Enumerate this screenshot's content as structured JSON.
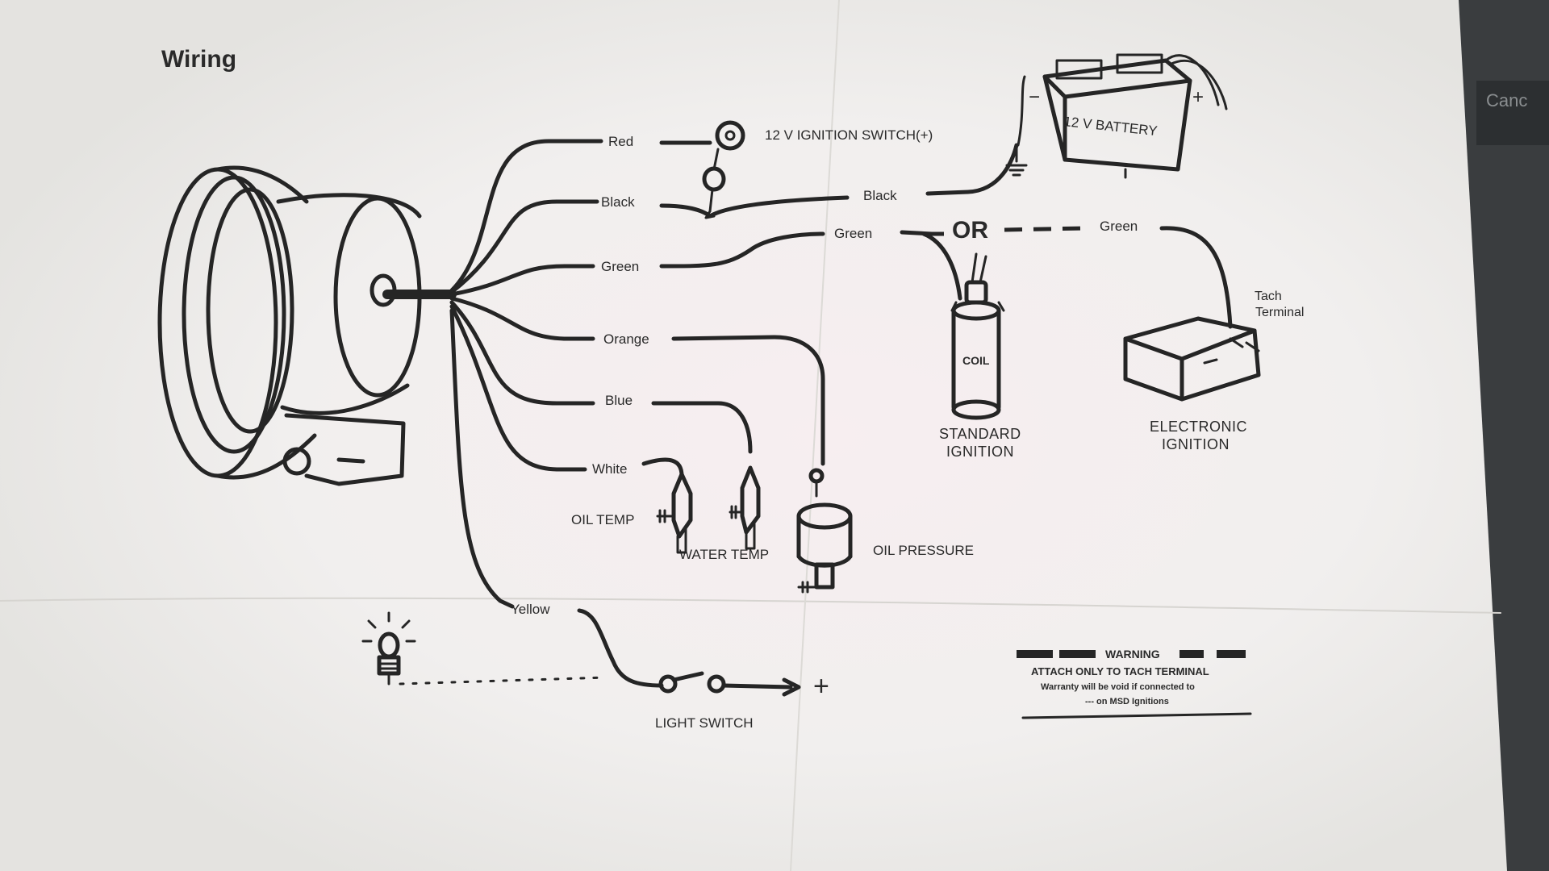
{
  "title": "Wiring",
  "background_label": "Canc",
  "wires": {
    "red": "Red",
    "black_left": "Black",
    "black_right": "Black",
    "green_left": "Green",
    "green_mid": "Green",
    "green_right": "Green",
    "orange": "Orange",
    "blue": "Blue",
    "white": "White",
    "yellow": "Yellow"
  },
  "components": {
    "ignition_switch": "12 V  IGNITION SWITCH(+)",
    "battery": "12 V  BATTERY",
    "battery_minus": "−",
    "battery_plus": "+",
    "or_label": "OR",
    "coil": "COIL",
    "standard_ignition_1": "STANDARD",
    "standard_ignition_2": "IGNITION",
    "tach_terminal_1": "Tach",
    "tach_terminal_2": "Terminal",
    "electronic_ignition_1": "ELECTRONIC",
    "electronic_ignition_2": "IGNITION",
    "oil_temp": "OIL TEMP",
    "water_temp": "WATER TEMP",
    "oil_pressure": "OIL PRESSURE",
    "light_switch": "LIGHT SWITCH",
    "light_plus": "+"
  },
  "warning": {
    "heading": "WARNING",
    "line1": "ATTACH ONLY TO TACH TERMINAL",
    "line2": "Warranty will be void if connected to",
    "line3": "--- on MSD Ignitions"
  },
  "colors": {
    "paper": "#f2f1ee",
    "ink": "#252525",
    "desk": "#3a3d3f"
  }
}
